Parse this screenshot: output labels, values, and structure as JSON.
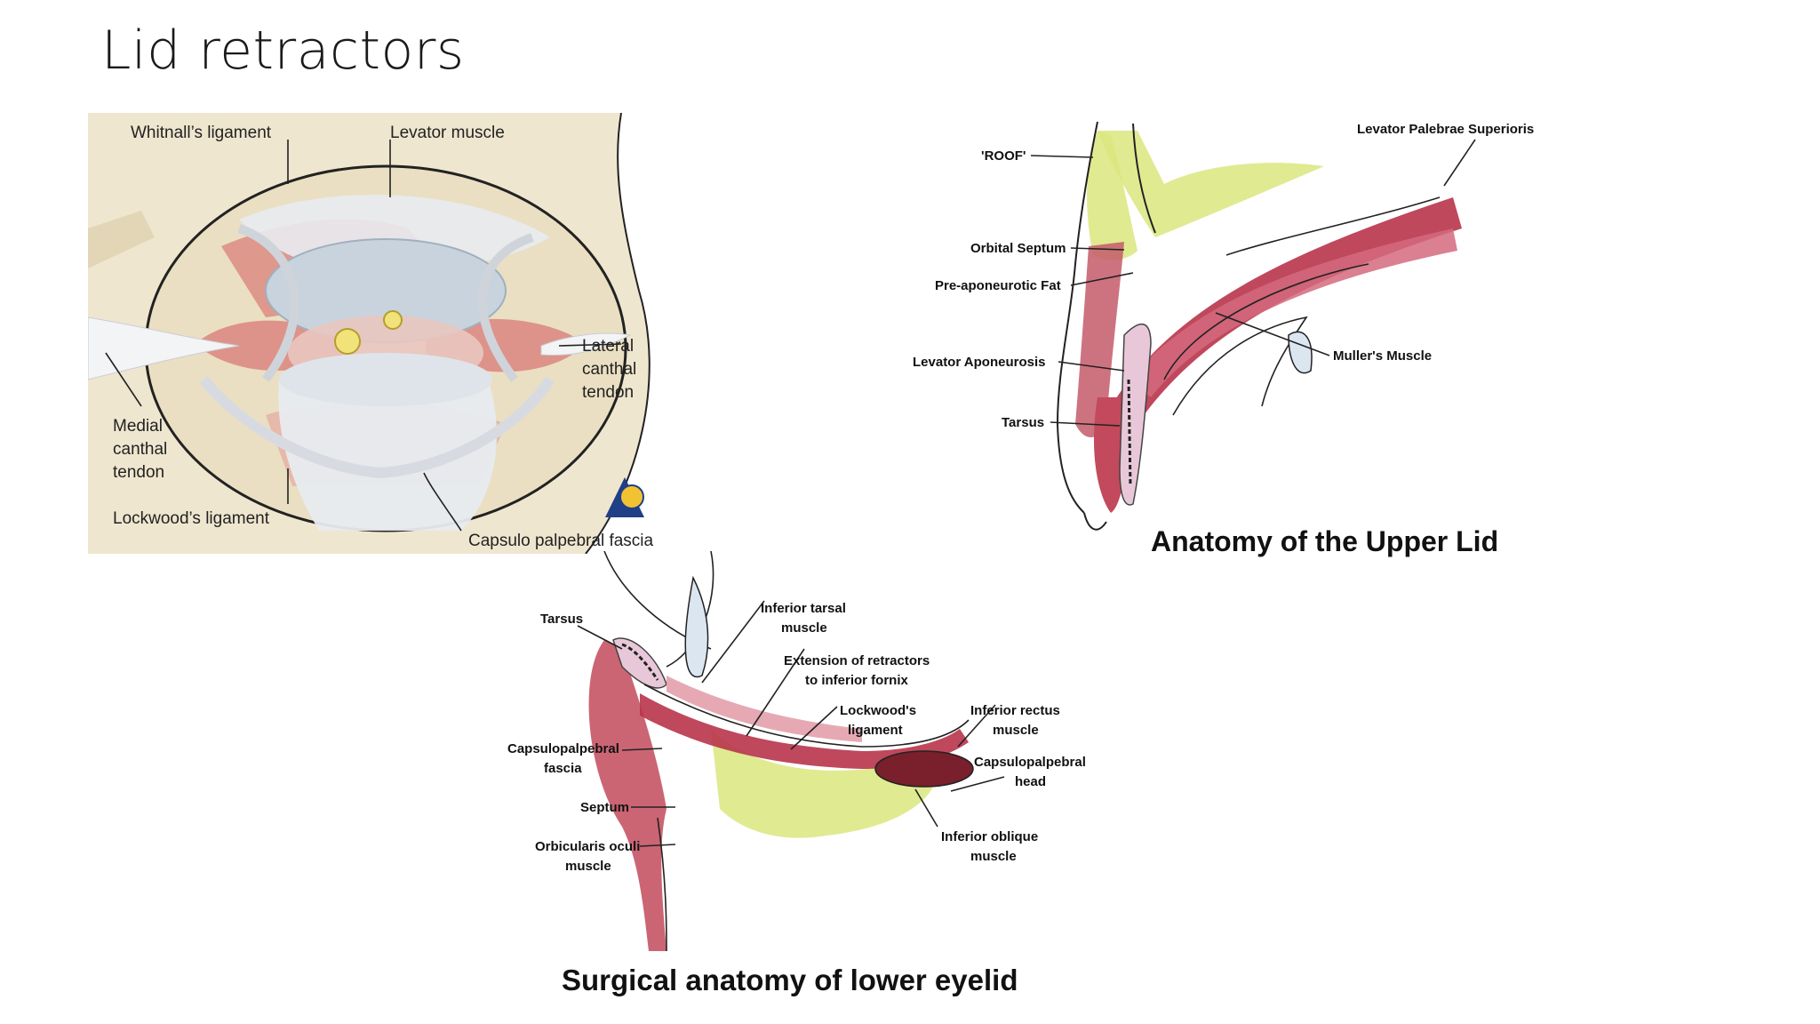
{
  "slide": {
    "title": "Lid retractors"
  },
  "orbit_diagram": {
    "labels": {
      "whitnall": "Whitnall’s ligament",
      "levator": "Levator muscle",
      "lateral_1": "Lateral",
      "lateral_2": "canthal",
      "lateral_3": "tendon",
      "medial_1": "Medial",
      "medial_2": "canthal",
      "medial_3": "tendon",
      "lockwood": "Lockwood’s ligament",
      "capsulo": "Capsulo palpebral fascia"
    },
    "colors": {
      "background": "#efe6cf",
      "muscle": "#d9807a",
      "fascia": "#e8ebef",
      "globe": "#c9d3dd"
    }
  },
  "upper_lid_diagram": {
    "labels": {
      "levator_ps": "Levator Palebrae Superioris",
      "roof": "'ROOF'",
      "septum": "Orbital Septum",
      "fat": "Pre-aponeurotic Fat",
      "aponeurosis": "Levator Aponeurosis",
      "tarsus": "Tarsus",
      "muller": "Muller's Muscle"
    },
    "caption": "Anatomy of the Upper Lid",
    "colors": {
      "muscle": "#b8344a",
      "fat": "#dbe67e",
      "tarsus": "#e8c8d8"
    }
  },
  "lower_lid_diagram": {
    "labels": {
      "tarsus": "Tarsus",
      "inf_tarsal_1": "Inferior tarsal",
      "inf_tarsal_2": "muscle",
      "extension_1": "Extension of retractors",
      "extension_2": "to inferior fornix",
      "lockwood_1": "Lockwood's",
      "lockwood_2": "ligament",
      "inf_rectus_1": "Inferior rectus",
      "inf_rectus_2": "muscle",
      "cpf_1": "Capsulopalpebral",
      "cpf_2": "fascia",
      "cph_1": "Capsulopalpebral",
      "cph_2": "head",
      "septum": "Septum",
      "orbicularis_1": "Orbicularis oculi",
      "orbicularis_2": "muscle",
      "inf_oblique_1": "Inferior oblique",
      "inf_oblique_2": "muscle"
    },
    "caption": "Surgical anatomy of lower eyelid",
    "colors": {
      "muscle": "#b8344a",
      "fat": "#dbe67e"
    }
  }
}
